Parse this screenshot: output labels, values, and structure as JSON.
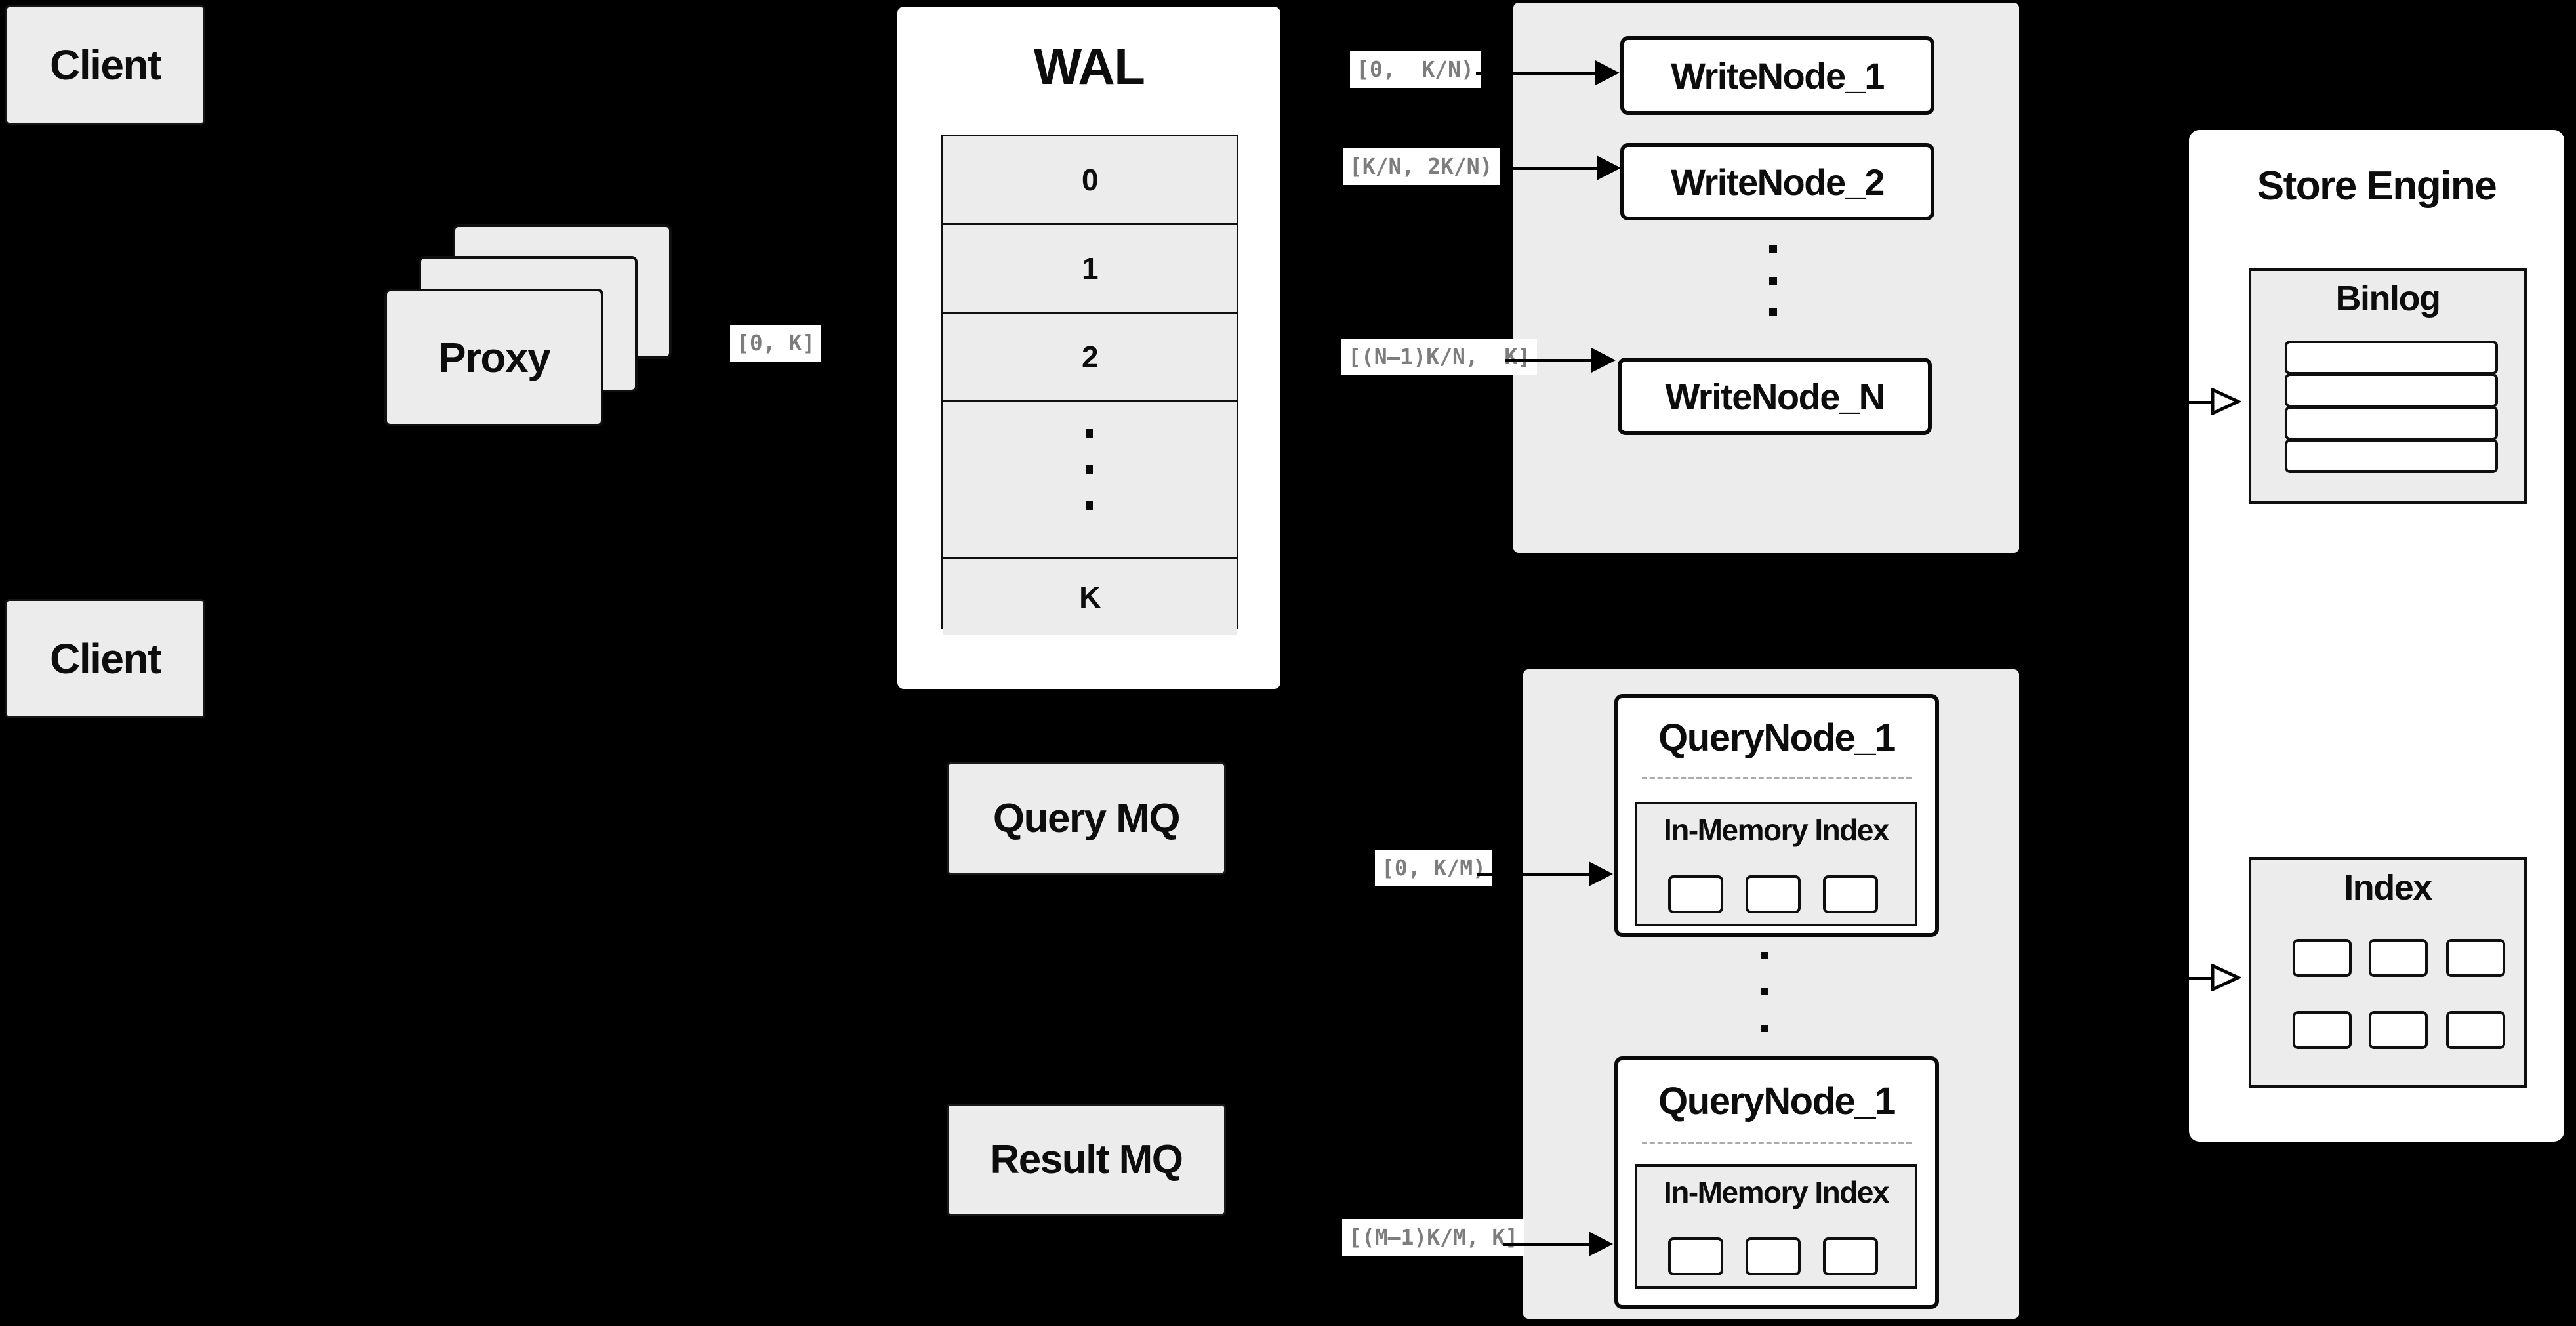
{
  "colors": {
    "background": "#000000",
    "panel_gray": "#ececec",
    "panel_white": "#ffffff",
    "border_black": "#0f0f0f",
    "range_text_gray": "#7d7d7d",
    "dash_gray": "#ababab"
  },
  "clients": {
    "top_label": "Client",
    "bottom_label": "Client"
  },
  "proxy": {
    "label": "Proxy"
  },
  "wal": {
    "title": "WAL",
    "rows": [
      "0",
      "1",
      "2"
    ],
    "tail_row": "K"
  },
  "ranges": {
    "ingest": "[0, K]",
    "write_node_1": "[0,  K/N)",
    "write_node_2": "[K/N, 2K/N)",
    "write_node_n": "[(N–1)K/N,  K]",
    "query_node_top": "[0, K/M)",
    "query_node_bottom": "[(M–1)K/M, K]"
  },
  "write_nodes": {
    "node_1": "WriteNode_1",
    "node_2": "WriteNode_2",
    "node_n": "WriteNode_N"
  },
  "mq": {
    "query_label": "Query MQ",
    "result_label": "Result MQ"
  },
  "query_nodes": {
    "top_title": "QueryNode_1",
    "bottom_title": "QueryNode_1",
    "top_inmem_title": "In-Memory Index",
    "bottom_inmem_title": "In-Memory Index"
  },
  "store_engine": {
    "title": "Store Engine",
    "binlog_title": "Binlog",
    "index_title": "Index"
  }
}
